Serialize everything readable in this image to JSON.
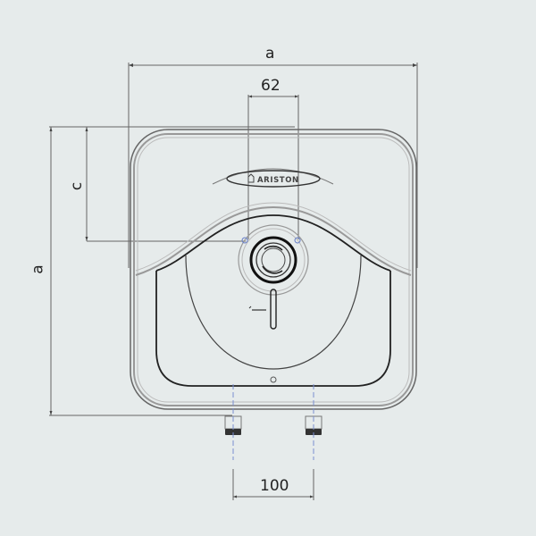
{
  "diagram": {
    "subject": "Water heater front view with dimensions",
    "brand_label": "ARISTON",
    "colors": {
      "background": "#e6ebeb",
      "outline": "#555555",
      "dimension_line": "#666666",
      "axis_line": "#7a8fd0",
      "text": "#222222"
    },
    "dimensions": {
      "width": {
        "label": "a"
      },
      "height": {
        "label": "a"
      },
      "pipe_spacing_top": {
        "label": "62"
      },
      "knob_height": {
        "label": "c"
      },
      "pipe_spacing_bottom": {
        "label": "100"
      }
    }
  }
}
